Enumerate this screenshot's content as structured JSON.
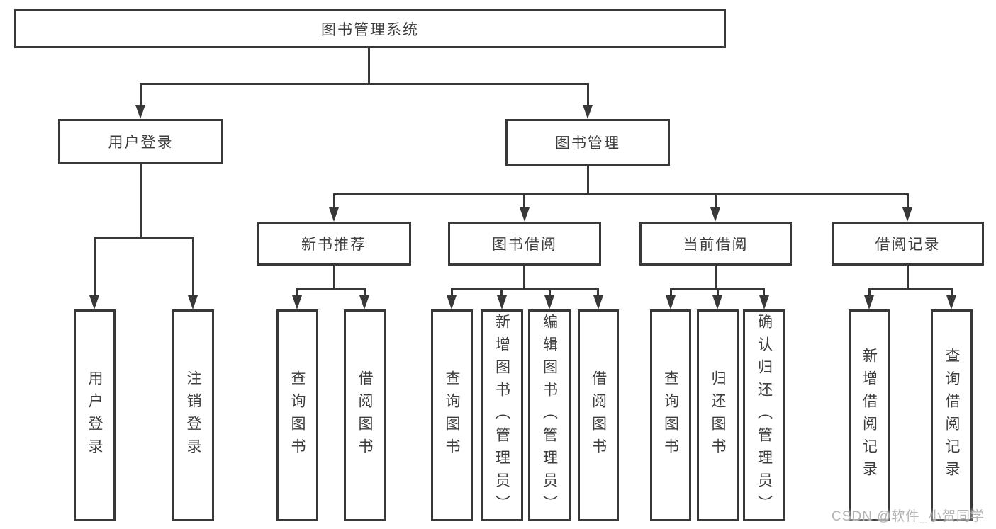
{
  "diagram": {
    "root": {
      "label": "图书管理系统",
      "children": [
        {
          "label": "用户登录",
          "children": [
            {
              "label": "用户登录"
            },
            {
              "label": "注销登录"
            }
          ]
        },
        {
          "label": "图书管理",
          "children": [
            {
              "label": "新书推荐",
              "children": [
                {
                  "label": "查询图书"
                },
                {
                  "label": "借阅图书"
                }
              ]
            },
            {
              "label": "图书借阅",
              "children": [
                {
                  "label": "查询图书"
                },
                {
                  "label": "新增图书（管理员）"
                },
                {
                  "label": "编辑图书（管理员）"
                },
                {
                  "label": "借阅图书"
                }
              ]
            },
            {
              "label": "当前借阅",
              "children": [
                {
                  "label": "查询图书"
                },
                {
                  "label": "归还图书"
                },
                {
                  "label": "确认归还（管理员）"
                }
              ]
            },
            {
              "label": "借阅记录",
              "children": [
                {
                  "label": "新增借阅记录"
                },
                {
                  "label": "查询借阅记录"
                }
              ]
            }
          ]
        }
      ]
    },
    "watermark": "CSDN @软件_小贺同学",
    "colors": {
      "line": "#383838",
      "text": "#3d3d3d",
      "box_background": "#ffffff",
      "watermark": "#b4b4b4"
    }
  }
}
